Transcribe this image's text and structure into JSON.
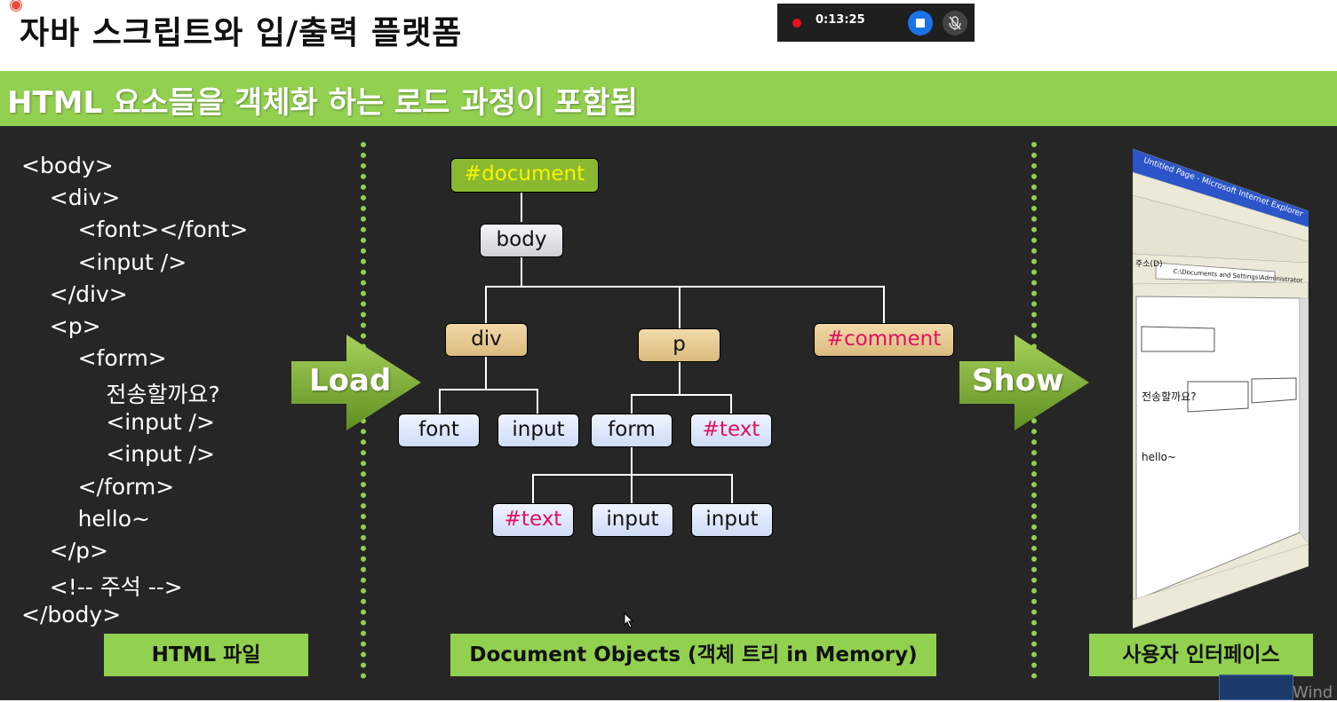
{
  "slide": {
    "title": "자바 스크립트와 입/출력 플랫폼",
    "subtitle": "HTML 요소들을 객체화 하는 로드 과정이 포함됨"
  },
  "recorder": {
    "time": "0:13:25",
    "stop_icon": "stop-icon",
    "mic_icon": "mic-muted-icon"
  },
  "html_code": [
    "<body>",
    "    <div>",
    "        <font></font>",
    "        <input />",
    "    </div>",
    "    <p>",
    "        <form>",
    "            전송할까요?",
    "            <input />",
    "            <input />",
    "        </form>",
    "        hello~",
    "    </p>",
    "    <!-- 주석 -->",
    "</body>"
  ],
  "arrows": {
    "load": "Load",
    "show": "Show"
  },
  "tree": {
    "document": "#document",
    "body": "body",
    "div": "div",
    "p": "p",
    "comment": "#comment",
    "font": "font",
    "input_div": "input",
    "form": "form",
    "text_p": "#text",
    "text_form": "#text",
    "input_form1": "input",
    "input_form2": "input"
  },
  "labels": {
    "html_file": "HTML 파일",
    "document_objects": "Document Objects (객체 트리 in Memory)",
    "user_interface": "사용자 인터페이스"
  },
  "browser_mock": {
    "title": "Untitled Page - Microsoft Internet Explorer",
    "address_label": "주소(D)",
    "address": "C:\\Documents and Settings\\Administrator",
    "form_text": "전송할까요?",
    "body_text": "hello~"
  },
  "taskbar_text": "Wind",
  "colors": {
    "accent_green": "#92d050",
    "dark_bg": "#262626",
    "text_red": "#e0115f"
  }
}
